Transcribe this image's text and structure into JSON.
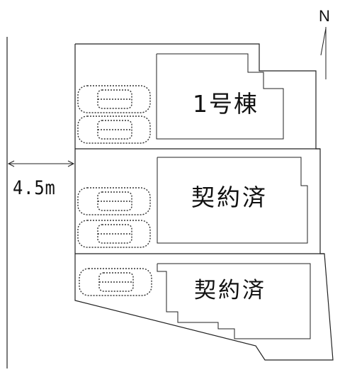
{
  "lots": [
    {
      "label": "1号棟"
    },
    {
      "label": "契約済"
    },
    {
      "label": "契約済"
    }
  ],
  "road": {
    "width_label": "4.5m"
  },
  "compass": {
    "label": "N"
  },
  "parking": {
    "lot1": 2,
    "lot2": 2,
    "lot3": 1
  }
}
